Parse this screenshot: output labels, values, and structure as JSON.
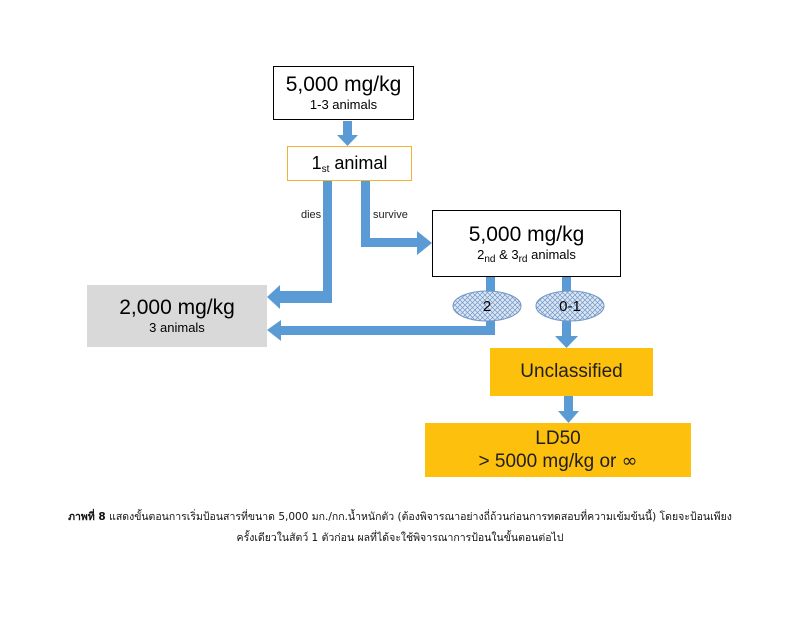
{
  "start_box": {
    "dose": "5,000 mg/kg",
    "count": "1-3 animals"
  },
  "first_box": {
    "ordinal_num": "1",
    "ordinal_suffix": "st",
    "label": "animal"
  },
  "second_box": {
    "dose": "5,000 mg/kg",
    "n1": "2",
    "s1": "nd",
    "amp": "&",
    "n2": "3",
    "s2": "rd",
    "label": "animals"
  },
  "low_dose_box": {
    "dose": "2,000 mg/kg",
    "count": "3 animals"
  },
  "edge_labels": {
    "dies": "dies",
    "survive": "survive"
  },
  "ovals": {
    "deaths_two": "2",
    "deaths_zero_one": "0-1"
  },
  "unclassified": "Unclassified",
  "ld50_box": {
    "line1": "LD50",
    "line2": "> 5000 mg/kg or",
    "infinity": "∞"
  },
  "caption": {
    "bold": "ภาพที่ 8",
    "line1": " แสดงขั้นตอนการเริ่มป้อนสารที่ขนาด 5,000 มก./กก.น้ำหนักตัว (ต้องพิจารณาอย่างถี่ถ้วนก่อนการทดสอบที่ความเข้มข้นนี้) โดยจะป้อนเพียง",
    "line2": "ครั้งเดียวในสัตว์ 1 ตัวก่อน ผลที่ได้จะใช้พิจารณาการป้อนในขั้นตอนต่อไป"
  },
  "colors": {
    "arrow": "#5b9bd5",
    "gold": "#fdc00c",
    "gray_box": "#d9d9d9",
    "first_border": "#f2b233",
    "oval_fill": "#dde7f3",
    "oval_hatch": "#6f96c8"
  }
}
